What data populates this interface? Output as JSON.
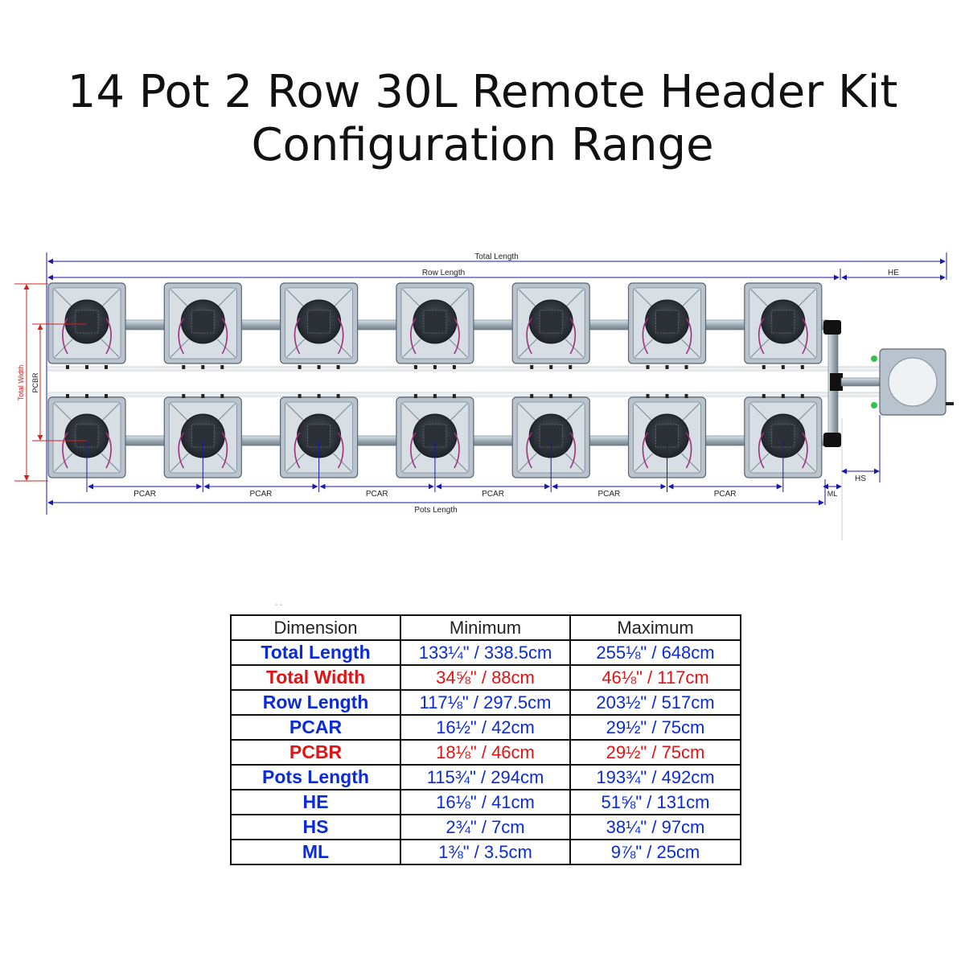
{
  "title": {
    "line1": "14 Pot 2 Row 30L Remote Header Kit",
    "line2": "Configuration Range"
  },
  "diagram": {
    "pots_per_row": 7,
    "rows": 2,
    "labels": {
      "total_length": "Total Length",
      "row_length": "Row Length",
      "he": "HE",
      "total_width": "Total Width",
      "pcbr": "PCBR",
      "pcar": "PCAR",
      "pots_length": "Pots Length",
      "ml": "ML",
      "hs": "HS"
    },
    "colors": {
      "dimension_blue": "#1a1aa8",
      "dimension_red": "#d62020",
      "pot_body": "#b9c3cd",
      "pipe": "#a9b6bf",
      "tube": "#a0307a"
    }
  },
  "table": {
    "headers": [
      "Dimension",
      "Minimum",
      "Maximum"
    ],
    "rows": [
      {
        "dimension": "Total Length",
        "min": "133¼\" / 338.5cm",
        "max": "255⅛\" / 648cm",
        "color": "blue"
      },
      {
        "dimension": "Total Width",
        "min": "34⅝\" / 88cm",
        "max": "46⅛\" / 117cm",
        "color": "red"
      },
      {
        "dimension": "Row Length",
        "min": "117⅛\" / 297.5cm",
        "max": "203½\" / 517cm",
        "color": "blue"
      },
      {
        "dimension": "PCAR",
        "min": "16½\" / 42cm",
        "max": "29½\" / 75cm",
        "color": "blue"
      },
      {
        "dimension": "PCBR",
        "min": "18⅛\" / 46cm",
        "max": "29½\" / 75cm",
        "color": "red"
      },
      {
        "dimension": "Pots Length",
        "min": "115¾\" / 294cm",
        "max": "193¾\" / 492cm",
        "color": "blue"
      },
      {
        "dimension": "HE",
        "min": "16⅛\" / 41cm",
        "max": "51⅝\" / 131cm",
        "color": "blue"
      },
      {
        "dimension": "HS",
        "min": "2¾\" / 7cm",
        "max": "38¼\" / 97cm",
        "color": "blue"
      },
      {
        "dimension": "ML",
        "min": "1⅜\" / 3.5cm",
        "max": "9⅞\" / 25cm",
        "color": "blue"
      }
    ]
  }
}
